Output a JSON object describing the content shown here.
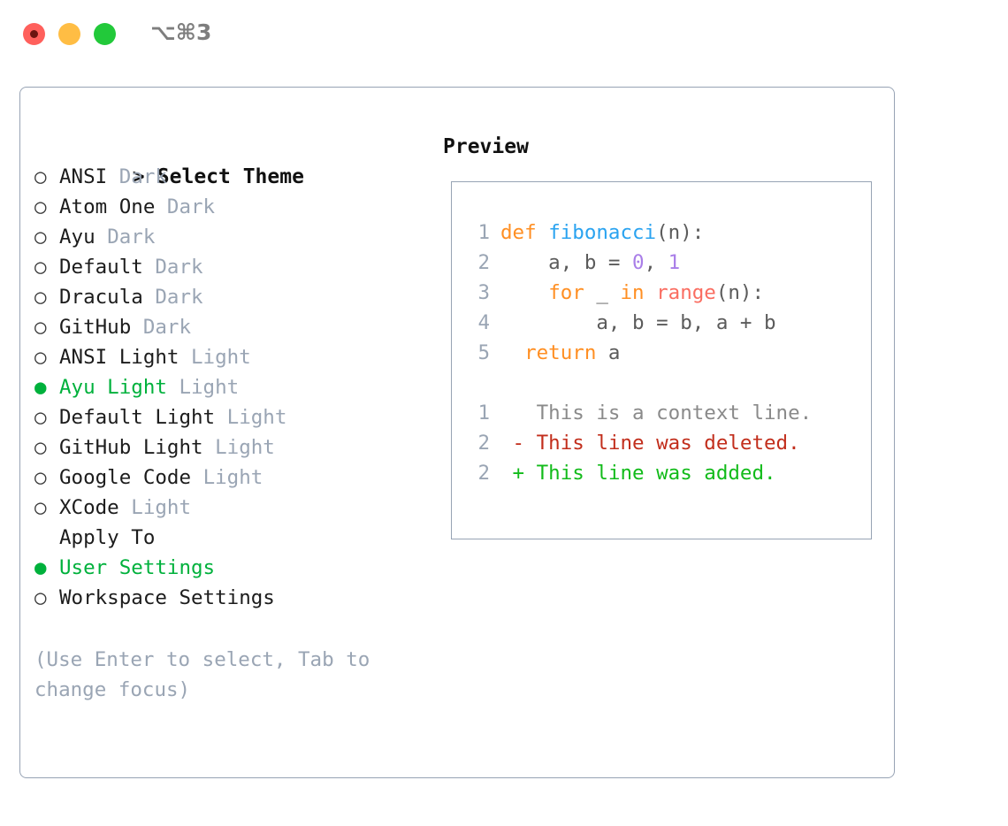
{
  "titlebar": {
    "shortcut": "⌥⌘3",
    "buttons": [
      {
        "name": "close",
        "color": "#ff605c"
      },
      {
        "name": "minimize",
        "color": "#ffbd44"
      },
      {
        "name": "zoom",
        "color": "#22c93a"
      }
    ]
  },
  "theme_picker": {
    "header_marker": ">",
    "header_label": "Select Theme",
    "marker_selected": "●",
    "marker_unselected": "○",
    "items": [
      {
        "marker": "○",
        "label": "ANSI",
        "suffix": "Dark",
        "selected": false
      },
      {
        "marker": "○",
        "label": "Atom One",
        "suffix": "Dark",
        "selected": false
      },
      {
        "marker": "○",
        "label": "Ayu",
        "suffix": "Dark",
        "selected": false
      },
      {
        "marker": "○",
        "label": "Default",
        "suffix": "Dark",
        "selected": false
      },
      {
        "marker": "○",
        "label": "Dracula",
        "suffix": "Dark",
        "selected": false
      },
      {
        "marker": "○",
        "label": "GitHub",
        "suffix": "Dark",
        "selected": false
      },
      {
        "marker": "○",
        "label": "ANSI Light",
        "suffix": "Light",
        "selected": false
      },
      {
        "marker": "●",
        "label": "Ayu Light",
        "suffix": "Light",
        "selected": true
      },
      {
        "marker": "○",
        "label": "Default Light",
        "suffix": "Light",
        "selected": false
      },
      {
        "marker": "○",
        "label": "GitHub Light",
        "suffix": "Light",
        "selected": false
      },
      {
        "marker": "○",
        "label": "Google Code",
        "suffix": "Light",
        "selected": false
      },
      {
        "marker": "○",
        "label": "XCode",
        "suffix": "Light",
        "selected": false
      }
    ]
  },
  "apply_to": {
    "header_label": "Apply To",
    "items": [
      {
        "marker": "●",
        "label": "User Settings",
        "selected": true
      },
      {
        "marker": "○",
        "label": "Workspace Settings",
        "selected": false
      }
    ]
  },
  "hint": "(Use Enter to select, Tab to change focus)",
  "preview": {
    "title": "Preview",
    "code_lines": [
      {
        "num": "1",
        "tokens": [
          {
            "t": "def ",
            "c": "tok-kw"
          },
          {
            "t": "fibonacci",
            "c": "tok-fn"
          },
          {
            "t": "(n):",
            "c": "tok-pl"
          }
        ]
      },
      {
        "num": "2",
        "tokens": [
          {
            "t": "    a, b = ",
            "c": "tok-pl"
          },
          {
            "t": "0",
            "c": "tok-num"
          },
          {
            "t": ", ",
            "c": "tok-pl"
          },
          {
            "t": "1",
            "c": "tok-num"
          }
        ]
      },
      {
        "num": "3",
        "tokens": [
          {
            "t": "    ",
            "c": "tok-pl"
          },
          {
            "t": "for ",
            "c": "tok-kw"
          },
          {
            "t": "_ ",
            "c": "tok-pl"
          },
          {
            "t": "in ",
            "c": "tok-kw"
          },
          {
            "t": "range",
            "c": "tok-bi"
          },
          {
            "t": "(n):",
            "c": "tok-pl"
          }
        ]
      },
      {
        "num": "4",
        "tokens": [
          {
            "t": "        a, b = b, a + b",
            "c": "tok-pl"
          }
        ]
      },
      {
        "num": "5",
        "tokens": [
          {
            "t": "  ",
            "c": "tok-pl"
          },
          {
            "t": "return ",
            "c": "tok-kw"
          },
          {
            "t": "a",
            "c": "tok-pl"
          }
        ]
      },
      {
        "num": "",
        "tokens": []
      },
      {
        "num": "1",
        "tokens": [
          {
            "t": "   This is a context line.",
            "c": "tok-ctx"
          }
        ]
      },
      {
        "num": "2",
        "tokens": [
          {
            "t": " - This line was deleted.",
            "c": "tok-del"
          }
        ]
      },
      {
        "num": "2",
        "tokens": [
          {
            "t": " + This line was added.",
            "c": "tok-add"
          }
        ]
      }
    ]
  },
  "colors": {
    "accent_green": "#00b13c",
    "muted": "#9aa5b4",
    "border": "#97a3b4",
    "keyword": "#ff8f23",
    "function": "#2aa3f0",
    "number": "#a97ee8",
    "builtin": "#fa6d61",
    "diff_deleted": "#c22e1c",
    "diff_added": "#12bb1a"
  }
}
